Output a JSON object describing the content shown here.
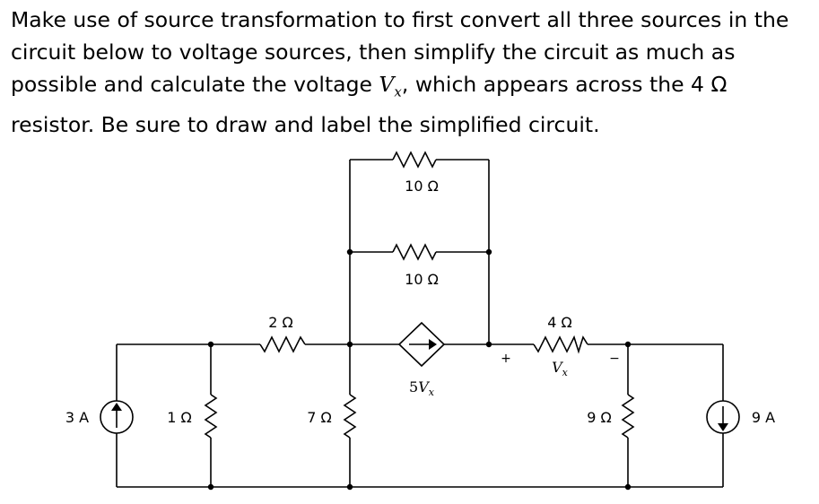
{
  "problem": {
    "line1": "Make use of source transformation to first convert all three sources in the",
    "line2": "circuit below to voltage sources, then simplify the circuit as much as",
    "line3_pre": "possible and calculate the voltage ",
    "line3_var": "V",
    "line3_sub": "x",
    "line3_post": ", which appears across the 4 Ω",
    "line4": "resistor. Be sure to draw and label the simplified circuit."
  },
  "circuit": {
    "labels": {
      "r_top1": "10 Ω",
      "r_top2": "10 Ω",
      "r_2": "2 Ω",
      "r_4": "4 Ω",
      "r_1": "1 Ω",
      "r_7": "7 Ω",
      "r_9": "9 Ω",
      "src_left": "3 A",
      "src_right": "9 A",
      "dep_src_coef": "5",
      "dep_src_var": "V",
      "dep_src_sub": "x",
      "vx_var": "V",
      "vx_sub": "x",
      "plus": "+",
      "minus": "−"
    }
  }
}
